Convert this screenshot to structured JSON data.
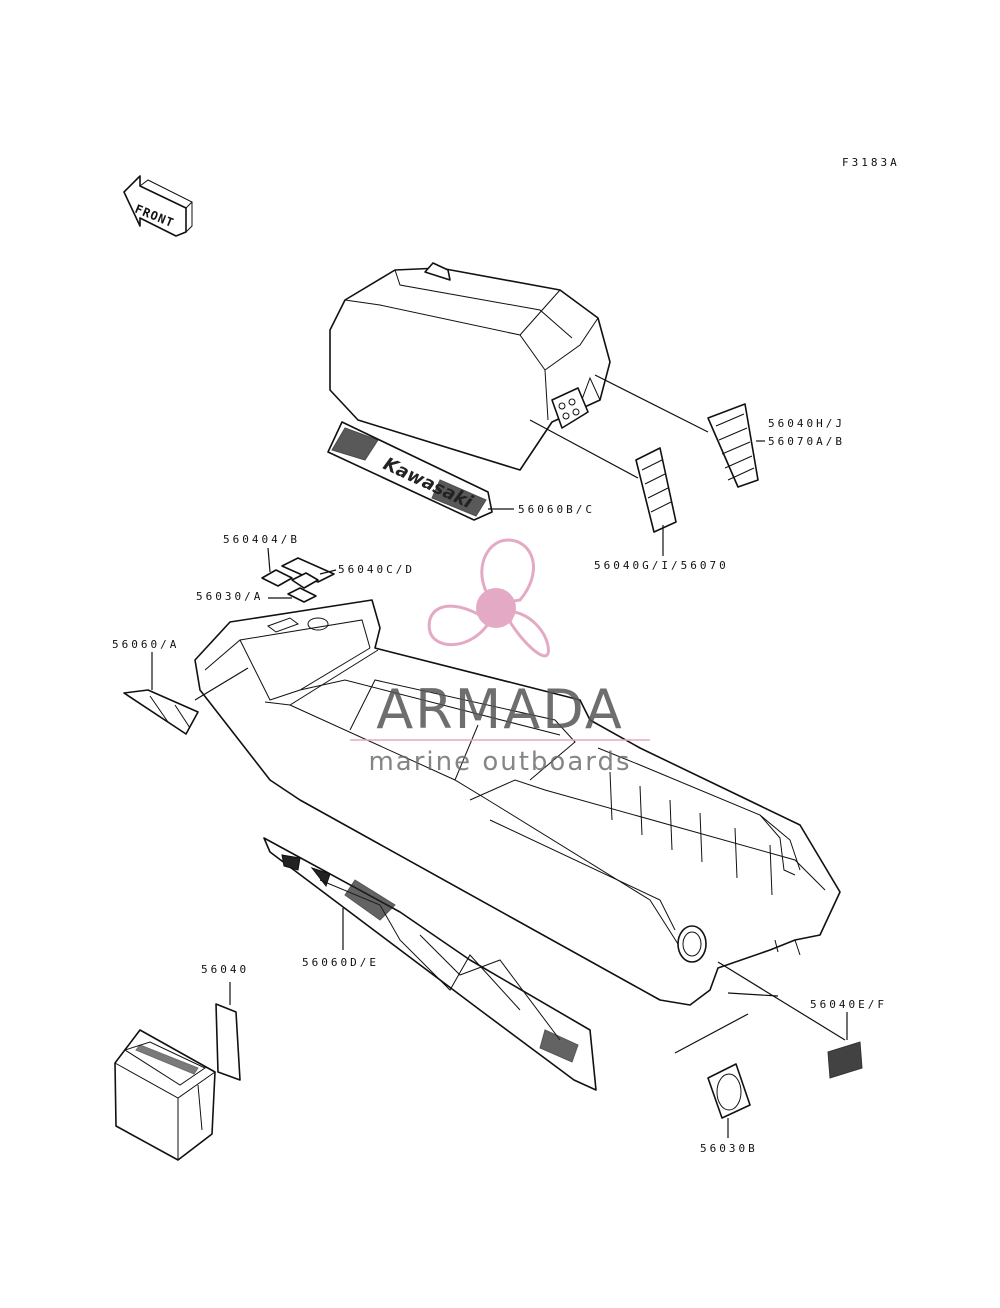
{
  "diagram_code": "F3183A",
  "front_label": "FRONT",
  "watermark": {
    "brand": "ARMADA",
    "tagline": "marine outboards",
    "brand_color": "#555555",
    "tagline_color": "#666666",
    "logo_color": "#e4a9c4"
  },
  "decal_text": "Kawasaki",
  "labels": {
    "p56040HJ": "56040H/J",
    "p56070AB": "56070A/B",
    "p56060BC": "56060B/C",
    "p56040G": "56040G/I/56070",
    "p56040AB": "560404/B",
    "p56040CD": "56040C/D",
    "p56030A": "56030/A",
    "p56060A": "56060/A",
    "p56060DE": "56060D/E",
    "p56040": "56040",
    "p56040EF": "56040E/F",
    "p56030B": "56030B"
  }
}
